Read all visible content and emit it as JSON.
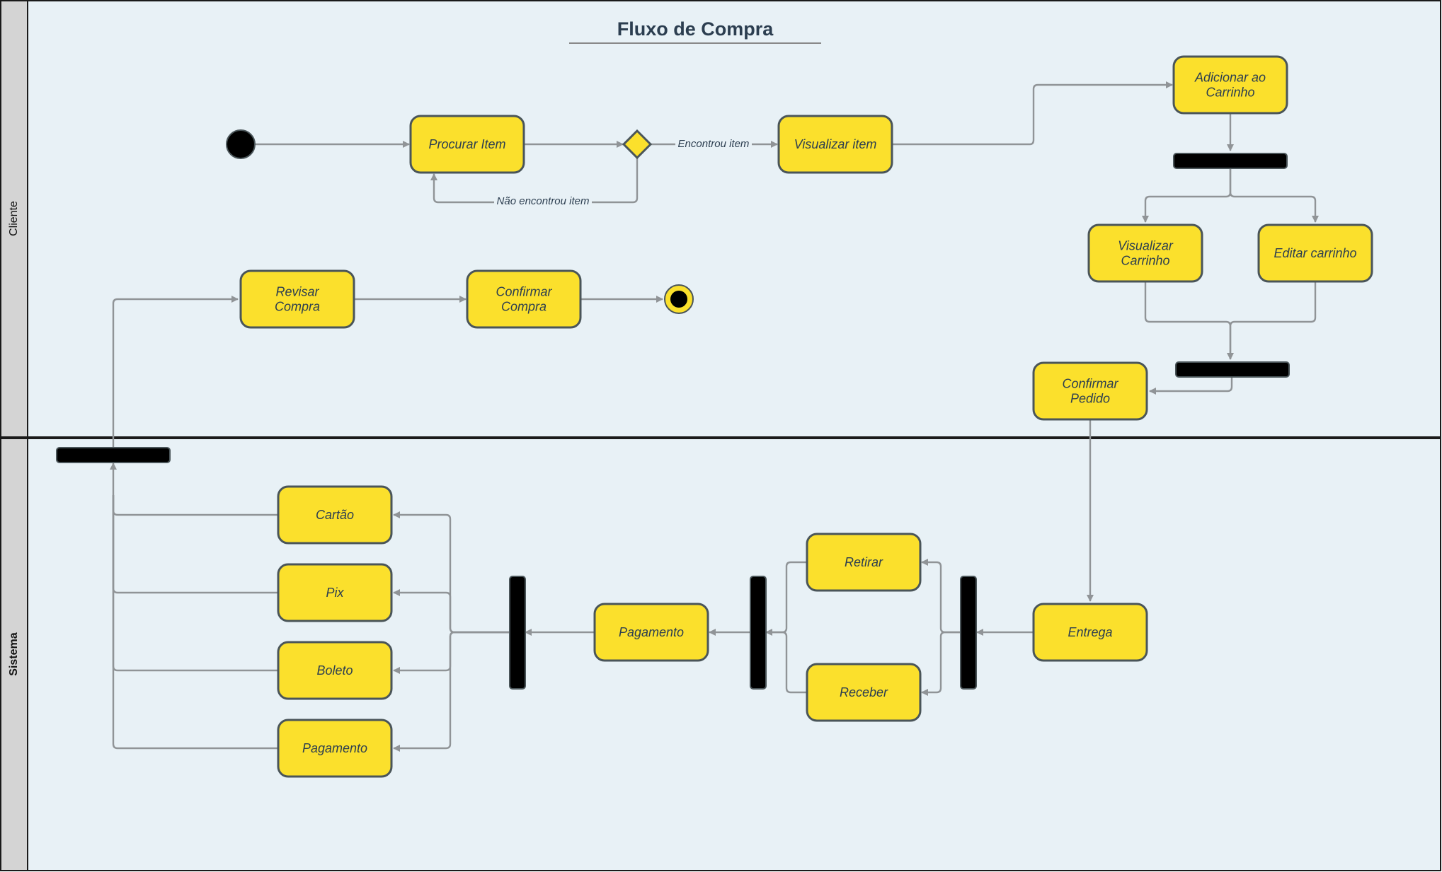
{
  "title": "Fluxo de Compra",
  "lanes": {
    "cliente": "Cliente",
    "sistema": "Sistema"
  },
  "activities": {
    "procurar_item": [
      "Procurar Item"
    ],
    "visualizar_item": [
      "Visualizar item"
    ],
    "adicionar_carrinho": [
      "Adicionar ao",
      "Carrinho"
    ],
    "visualizar_carrinho": [
      "Visualizar",
      "Carrinho"
    ],
    "editar_carrinho": [
      "Editar carrinho"
    ],
    "confirmar_pedido": [
      "Confirmar",
      "Pedido"
    ],
    "revisar_compra": [
      "Revisar",
      "Compra"
    ],
    "confirmar_compra": [
      "Confirmar",
      "Compra"
    ],
    "entrega": [
      "Entrega"
    ],
    "retirar": [
      "Retirar"
    ],
    "receber": [
      "Receber"
    ],
    "pagamento": [
      "Pagamento"
    ],
    "cartao": [
      "Cartão"
    ],
    "pix": [
      "Pix"
    ],
    "boleto": [
      "Boleto"
    ],
    "pagamento_opcao": [
      "Pagamento"
    ]
  },
  "edge_labels": {
    "encontrou": "Encontrou item",
    "nao_encontrou": "Não encontrou item"
  },
  "colors": {
    "lane_background": "#e8f1f6",
    "lane_header": "#d4d4d4",
    "activity_fill": "#fbe02c",
    "activity_stroke": "#4a5559",
    "edge": "#909497",
    "title": "#2c3e50"
  }
}
